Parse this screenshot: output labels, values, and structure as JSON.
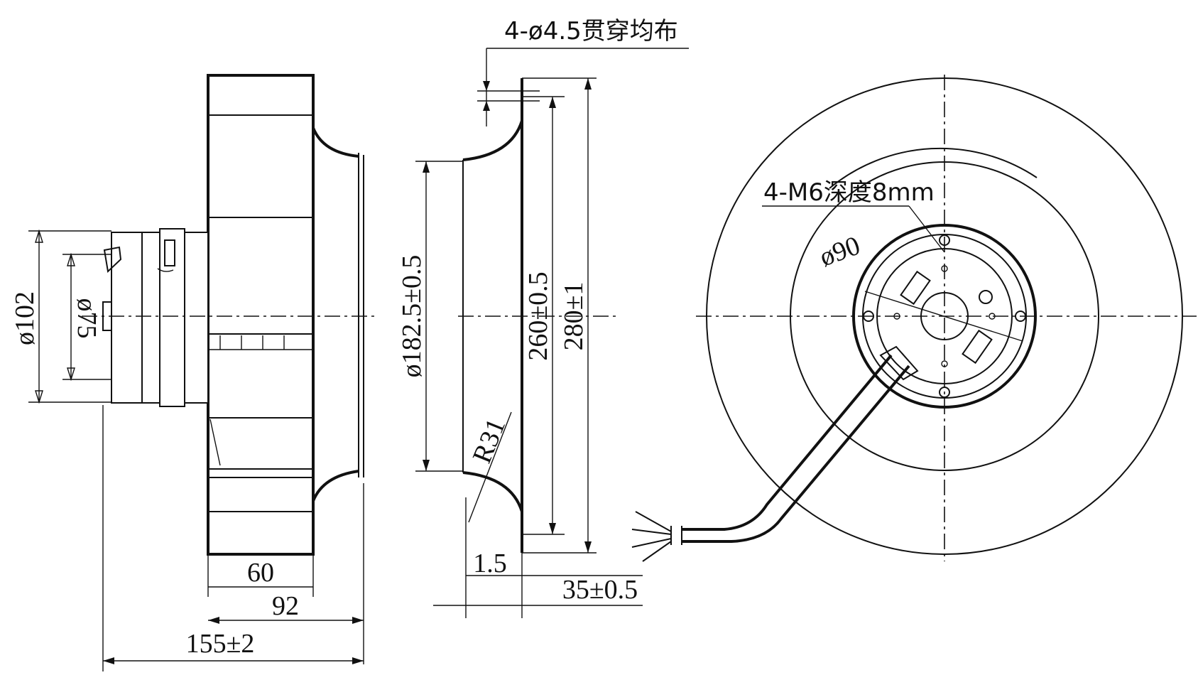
{
  "notes": {
    "holes_through": "4-ø4.5贯穿均布",
    "thread": "4-M6深度8mm"
  },
  "dims": {
    "hub_dia": "ø102",
    "hub_inner_dia": "ø75",
    "width_60": "60",
    "width_92": "92",
    "length_total": "155±2",
    "inlet_dia": "ø182.5±0.5",
    "radius": "R31",
    "dia_260": "260±0.5",
    "dia_280": "280±1",
    "thick_1_5": "1.5",
    "depth_35": "35±0.5",
    "bolt_circle": "ø90"
  }
}
